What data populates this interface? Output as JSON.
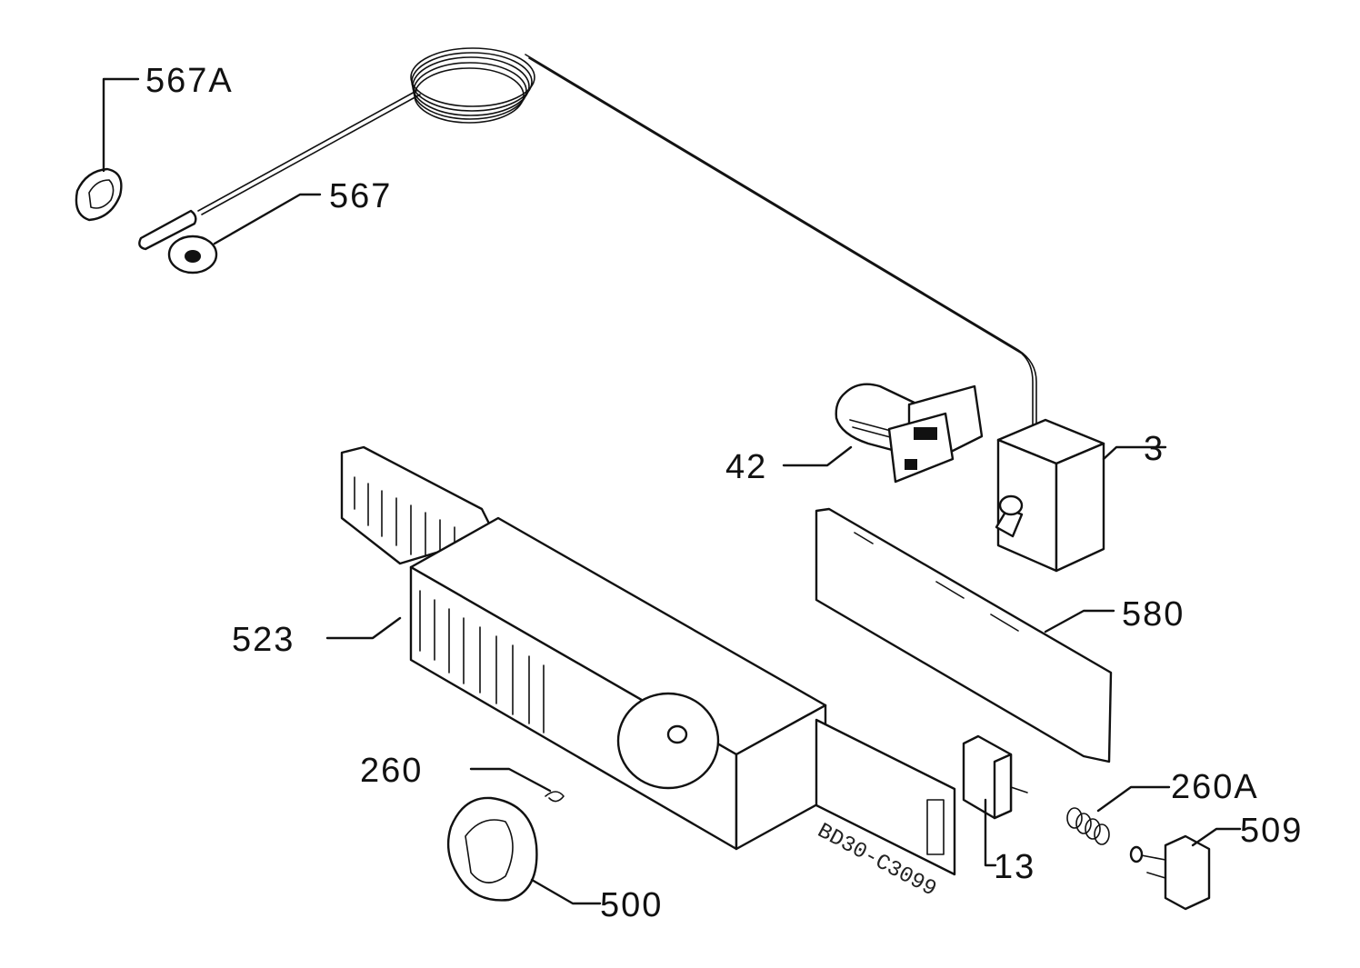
{
  "labels": {
    "l567A": "567A",
    "l567": "567",
    "l42": "42",
    "l3": "3",
    "l580": "580",
    "l523": "523",
    "l260": "260",
    "l260A": "260A",
    "l509": "509",
    "l13": "13",
    "l500": "500"
  },
  "drawing_code": "BD30-C3099"
}
